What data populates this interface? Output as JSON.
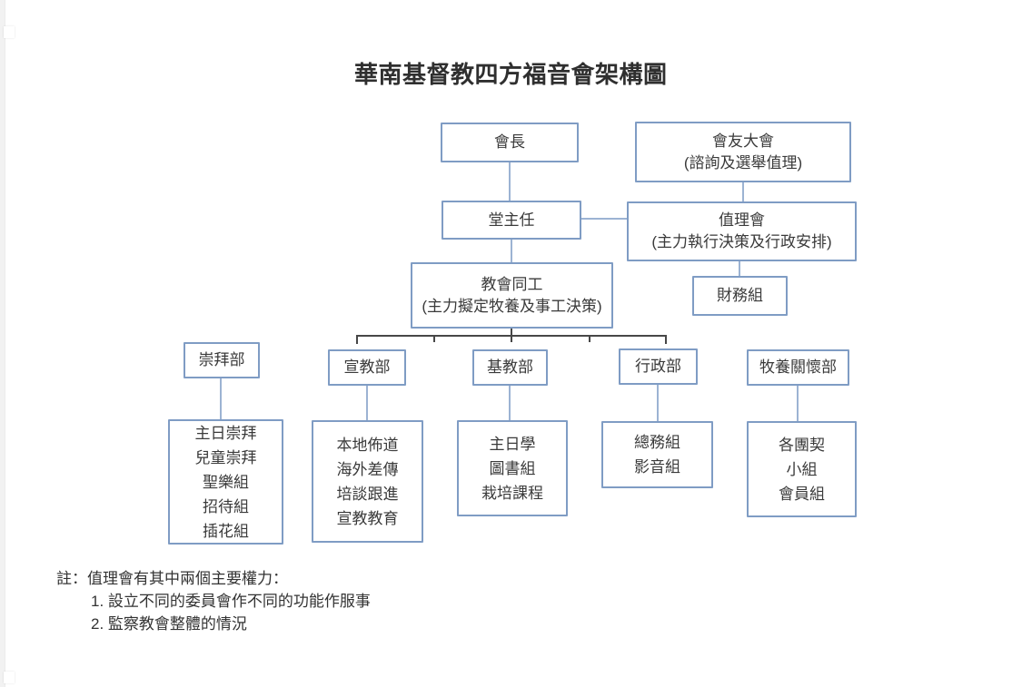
{
  "title": "華南基督教四方福音會架構圖",
  "colors": {
    "box_border": "#7f9cc4",
    "connector_blue": "#9cb3d3",
    "connector_dark": "#474747",
    "text": "#3a3a3a"
  },
  "nodes": {
    "president": {
      "label": "會長"
    },
    "assembly": {
      "label": "會友大會",
      "sub": "(諮詢及選舉值理)"
    },
    "senior_pastor": {
      "label": "堂主任"
    },
    "council": {
      "label": "值理會",
      "sub": "(主力執行決策及行政安排)"
    },
    "church_staff": {
      "label": "教會同工",
      "sub": "(主力擬定牧養及事工決策)"
    },
    "finance": {
      "label": "財務組"
    },
    "departments": [
      {
        "label": "崇拜部",
        "items": [
          "主日崇拜",
          "兒童崇拜",
          "聖樂組",
          "招待組",
          "插花組"
        ]
      },
      {
        "label": "宣教部",
        "items": [
          "本地佈道",
          "海外差傳",
          "培談跟進",
          "宣教教育"
        ]
      },
      {
        "label": "基教部",
        "items": [
          "主日學",
          "圖書組",
          "栽培課程"
        ]
      },
      {
        "label": "行政部",
        "items": [
          "總務組",
          "影音組"
        ]
      },
      {
        "label": "牧養關懷部",
        "items": [
          "各團契",
          "小組",
          "會員組"
        ]
      }
    ]
  },
  "note": {
    "heading": "註：值理會有其中兩個主要權力：",
    "items": [
      "1. 設立不同的委員會作不同的功能作服事",
      "2. 監察教會整體的情況"
    ]
  }
}
